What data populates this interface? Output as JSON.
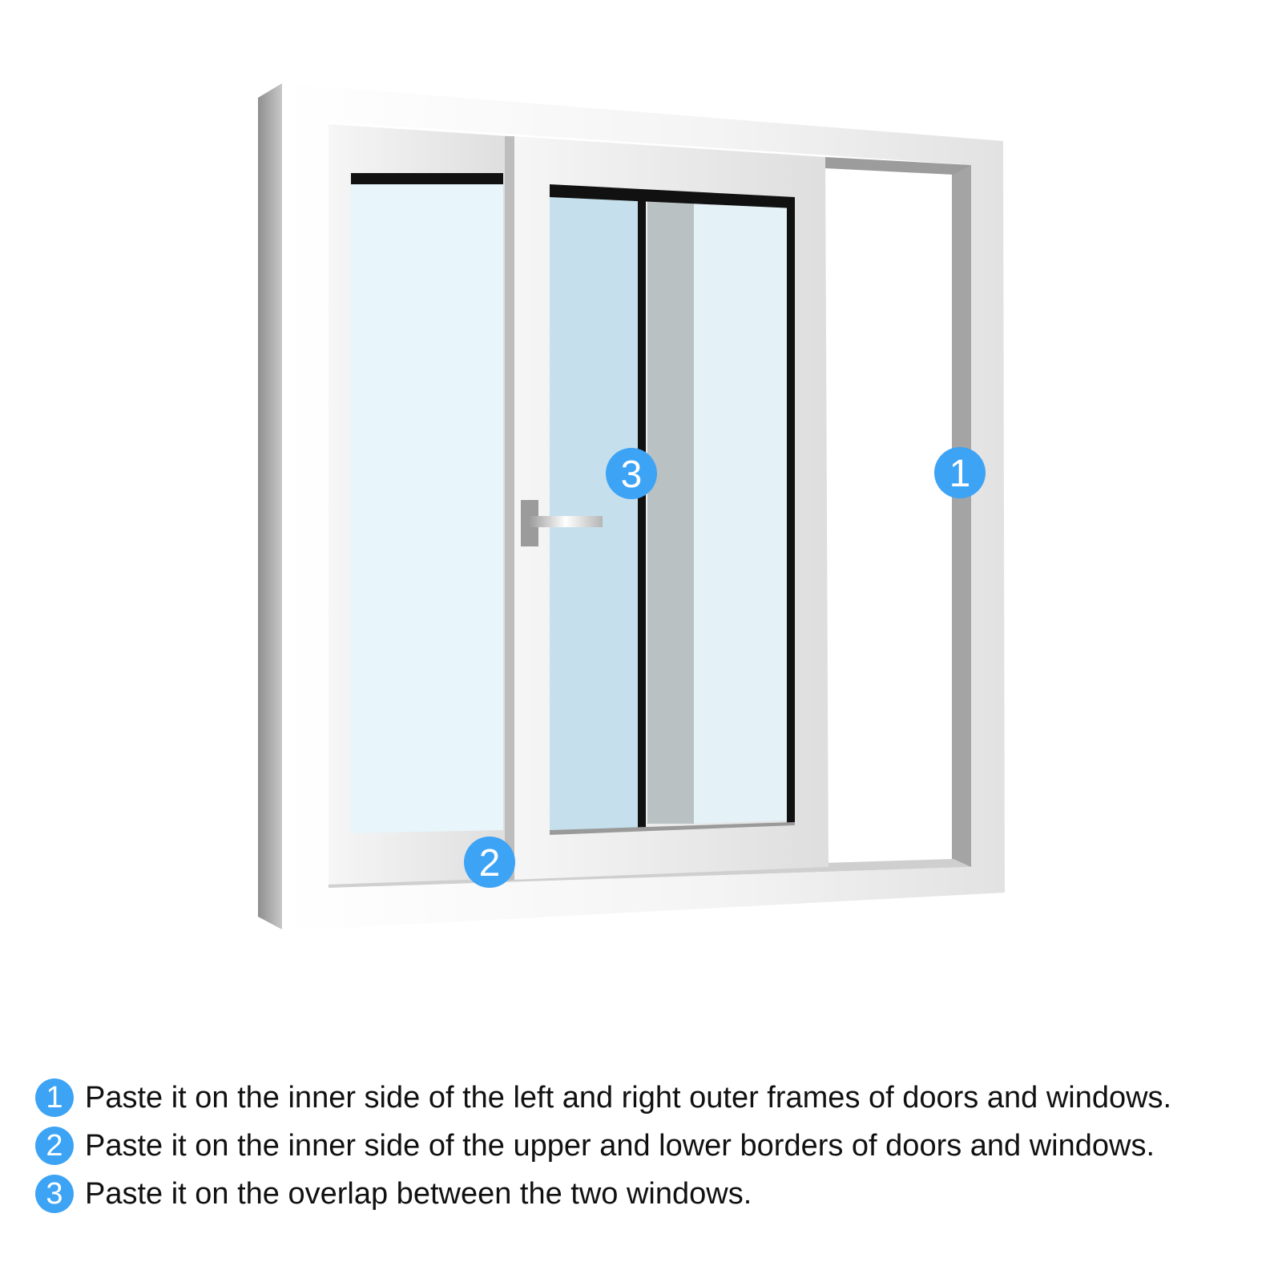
{
  "colors": {
    "accent": "#3da3f5",
    "frame": "#f2f2f2",
    "frame_shadow": "#9a9a9a",
    "glass_light": "#e8f5fa",
    "glass_blue": "#c5e0ec",
    "seal_black": "#111111"
  },
  "markers": [
    {
      "number": "1",
      "target": "outer-frame-right-side"
    },
    {
      "number": "2",
      "target": "bottom-border"
    },
    {
      "number": "3",
      "target": "sash-overlap"
    }
  ],
  "legend": {
    "items": [
      {
        "number": "1",
        "text": "Paste it on the inner side of the left and right outer frames of doors and windows."
      },
      {
        "number": "2",
        "text": "Paste it on the inner side of the upper and lower borders of doors and windows."
      },
      {
        "number": "3",
        "text": "Paste it on the overlap between the two windows."
      }
    ]
  }
}
